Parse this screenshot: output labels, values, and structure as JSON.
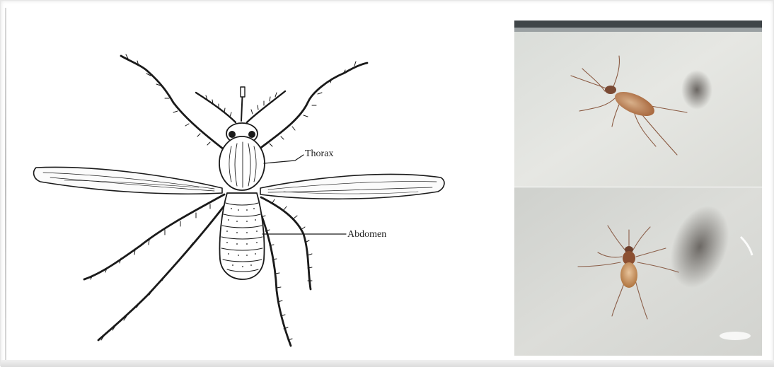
{
  "figure": {
    "labels": {
      "thorax": "Thorax",
      "abdomen": "Abdomen"
    }
  },
  "colors": {
    "ink": "#1a1a1a",
    "photo_background": "#e3e4e0",
    "insect_body": "#b9774f",
    "shadow": "#6f6b67"
  },
  "icons": {
    "illustration": "mosquito-line-drawing",
    "photo_top": "mosquito-photo-side-view",
    "photo_bottom": "mosquito-photo-top-view"
  }
}
